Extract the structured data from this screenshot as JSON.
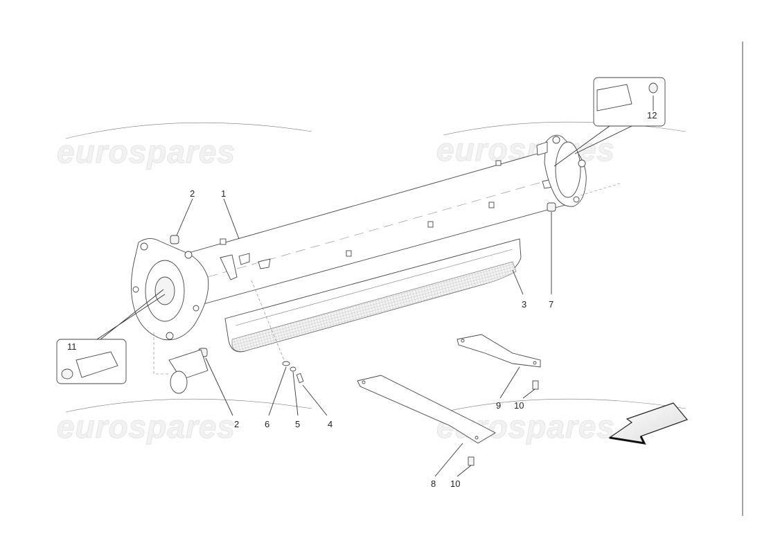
{
  "watermark": {
    "text": "eurospares",
    "instances": [
      "watermark-top-left",
      "watermark-top-right",
      "watermark-bottom-left",
      "watermark-bottom-right"
    ]
  },
  "callouts": {
    "c1": "1",
    "c2a": "2",
    "c2b": "2",
    "c3": "3",
    "c4": "4",
    "c5": "5",
    "c6": "6",
    "c7": "7",
    "c8": "8",
    "c9": "9",
    "c10a": "10",
    "c10b": "10",
    "c11": "11",
    "c12": "12"
  },
  "icons": {
    "direction_arrow": "direction-arrow-icon"
  },
  "colors": {
    "line": "#333333",
    "watermark": "#e4e4e4",
    "arrow_fill": "#ffffff"
  }
}
